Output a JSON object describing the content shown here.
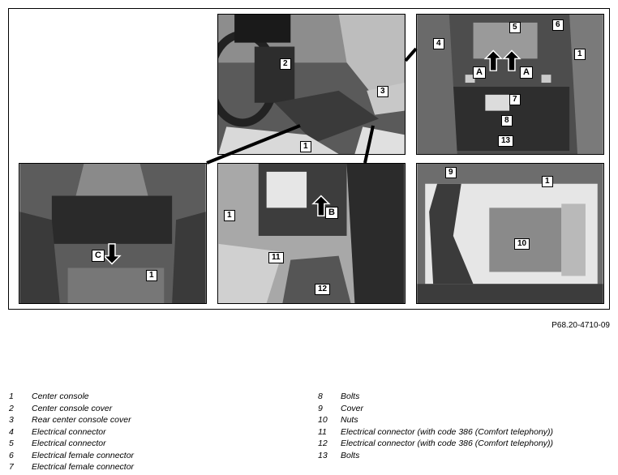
{
  "figure_ref": "P68.20-4710-09",
  "legend_left": [
    {
      "n": "1",
      "text": "Center console"
    },
    {
      "n": "2",
      "text": "Center console cover"
    },
    {
      "n": "3",
      "text": "Rear center console cover"
    },
    {
      "n": "4",
      "text": "Electrical connector"
    },
    {
      "n": "5",
      "text": "Electrical connector"
    },
    {
      "n": "6",
      "text": "Electrical female connector"
    },
    {
      "n": "7",
      "text": "Electrical female connector"
    }
  ],
  "legend_right": [
    {
      "n": "8",
      "text": "Bolts"
    },
    {
      "n": "9",
      "text": "Cover"
    },
    {
      "n": "10",
      "text": "Nuts"
    },
    {
      "n": "11",
      "text": "Electrical connector (with code 386 (Comfort telephony))"
    },
    {
      "n": "12",
      "text": "Electrical connector (with code 386 (Comfort telephony))"
    },
    {
      "n": "13",
      "text": "Bolts"
    }
  ],
  "callouts": {
    "c1a": "1",
    "c2": "2",
    "c3": "3",
    "c4": "4",
    "c5": "5",
    "c6": "6",
    "c1b": "1",
    "c7": "7",
    "c8": "8",
    "c13": "13",
    "c1c": "1",
    "cC": "C",
    "c1d": "1",
    "cB": "B",
    "c11": "11",
    "c12": "12",
    "c9": "9",
    "c1e": "1",
    "c10": "10",
    "cA1": "A",
    "cA2": "A"
  }
}
